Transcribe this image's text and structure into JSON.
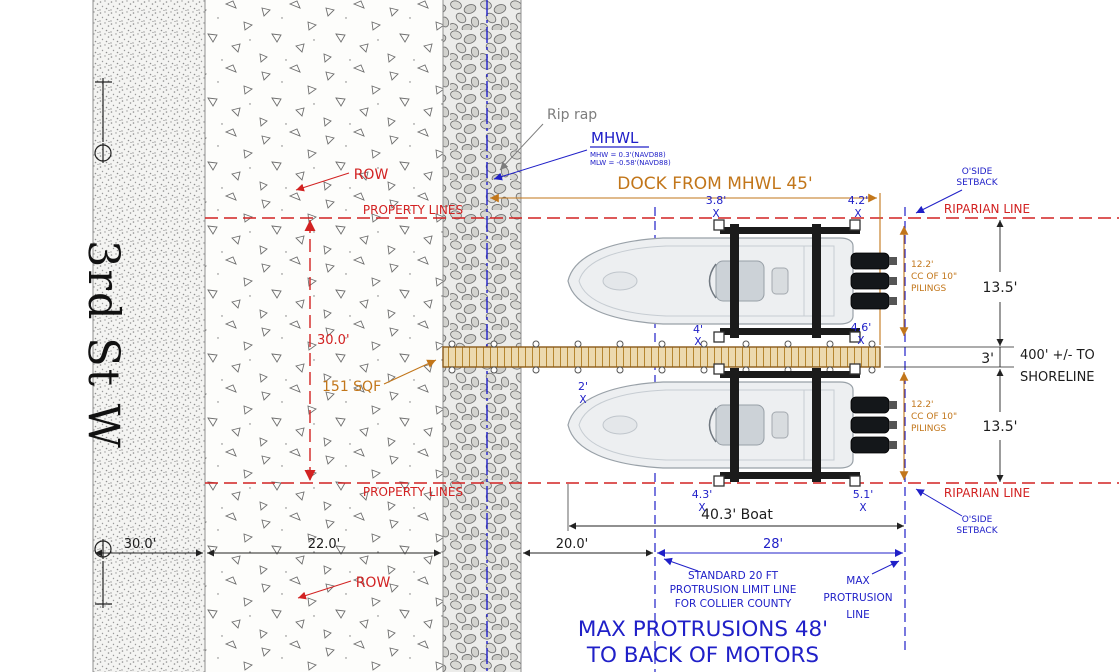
{
  "colors": {
    "property_line_red": "#d22222",
    "water_line_blue": "#2020c8",
    "dock_orange": "#c2761a",
    "annotation_gray": "#7d7d7d"
  },
  "street": {
    "name": "3rd St W"
  },
  "water_labels": {
    "rip_rap": "Rip rap",
    "mhwl": "MHWL",
    "mhw_datum": "MHW = 0.3'(NAVD88)",
    "mlw_datum": "MLW = -0.58'(NAVD88)"
  },
  "boundary_labels": {
    "row": "ROW",
    "property_lines": "PROPERTY LINES",
    "riparian_line": "RIPARIAN LINE",
    "oside_setback_line1": "O'SIDE",
    "oside_setback_line2": "SETBACK"
  },
  "dock": {
    "dim_from_mhwl": "DOCK FROM MHWL 45'",
    "area": "151 SQF",
    "width": "3'"
  },
  "pilings": {
    "line1": "12.2'",
    "line2": "CC OF 10\"",
    "line3": "PILINGS"
  },
  "protrusion": {
    "standard_line1": "STANDARD 20 FT",
    "standard_line2": "PROTRUSION LIMIT LINE",
    "standard_line3": "FOR COLLIER COUNTY",
    "max_line1": "MAX",
    "max_line2": "PROTRUSION",
    "max_line3": "LINE",
    "banner_line1": "MAX PROTRUSIONS 48'",
    "banner_line2": "TO BACK OF MOTORS"
  },
  "shoreline": {
    "line1": "400' +/- TO",
    "line2": "SHORELINE"
  },
  "dimensions": {
    "property_depth": "30.0'",
    "row_width": "30.0'",
    "upland_width": "22.0'",
    "water_setback": "20.0'",
    "protrusion_width": "28'",
    "riparian_setback_top": "13.5'",
    "riparian_setback_bottom": "13.5'",
    "boat_length": "40.3' Boat",
    "mark_top_left": "3.8'",
    "mark_top_right": "4.2'",
    "mark_dock_left": "4'",
    "mark_dock_right": "4.6'",
    "mark_bow": "2'",
    "mark_bottom_left": "4.3'",
    "mark_bottom_right": "5.1'",
    "x_marker": "X"
  }
}
